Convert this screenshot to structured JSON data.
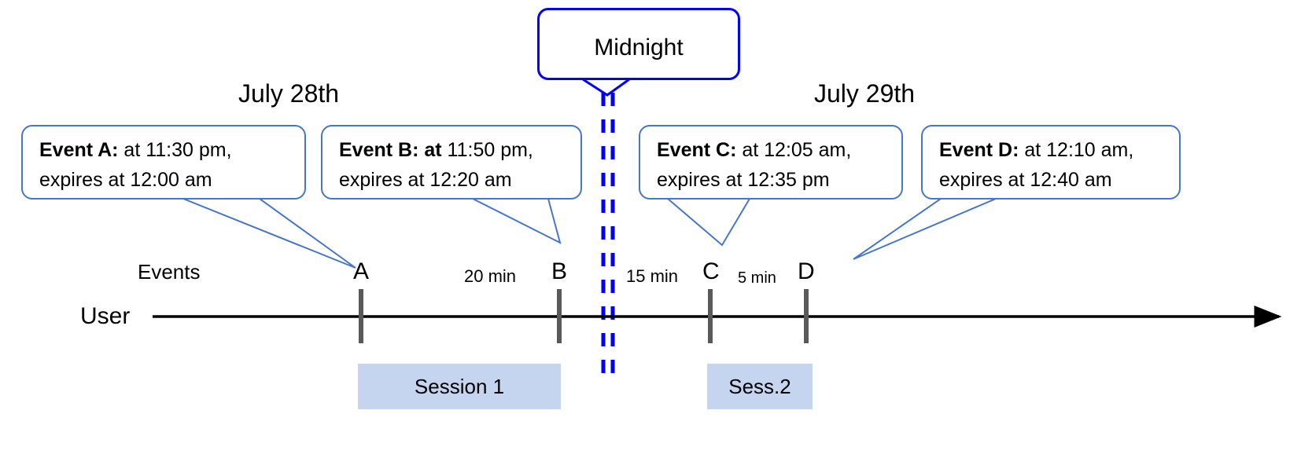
{
  "diagram": {
    "title": "Event expiry timeline across midnight",
    "colors": {
      "callout_border": "#4676C8",
      "midnight_border": "#0000FF",
      "midnight_dash": "#0000FF",
      "session_fill": "#C5D5F0",
      "axis": "#000000",
      "tick": "#595959"
    },
    "midnight_callout": {
      "label": "Midnight"
    },
    "dates": [
      {
        "name": "date-july-28",
        "label": "July 28th"
      },
      {
        "name": "date-july-29",
        "label": "July 29th"
      }
    ],
    "row_labels": {
      "events": "Events",
      "user": "User"
    },
    "callouts": [
      {
        "id": "event-a",
        "bold_prefix": "Event A:",
        "rest_line1": " at 11:30 pm,",
        "line2": "expires at 12:00 am"
      },
      {
        "id": "event-b",
        "bold_prefix": "Event B: at",
        "rest_line1": " 11:50 pm,",
        "line2": "expires at 12:20 am"
      },
      {
        "id": "event-c",
        "bold_prefix": "Event C:",
        "rest_line1": " at 12:05 am,",
        "line2": "expires at 12:35 pm"
      },
      {
        "id": "event-d",
        "bold_prefix": "Event D:",
        "rest_line1": "  at 12:10 am,",
        "line2": "expires at 12:40 am"
      }
    ],
    "events": [
      {
        "id": "marker-a",
        "letter": "A"
      },
      {
        "id": "marker-b",
        "letter": "B"
      },
      {
        "id": "marker-c",
        "letter": "C"
      },
      {
        "id": "marker-d",
        "letter": "D"
      }
    ],
    "intervals": [
      {
        "id": "interval-a-b",
        "label": "20 min"
      },
      {
        "id": "interval-b-c",
        "label": "15 min"
      },
      {
        "id": "interval-c-d",
        "label": "5 min"
      }
    ],
    "sessions": [
      {
        "id": "session-1",
        "label": "Session 1"
      },
      {
        "id": "session-2",
        "label": "Sess.2"
      }
    ]
  }
}
